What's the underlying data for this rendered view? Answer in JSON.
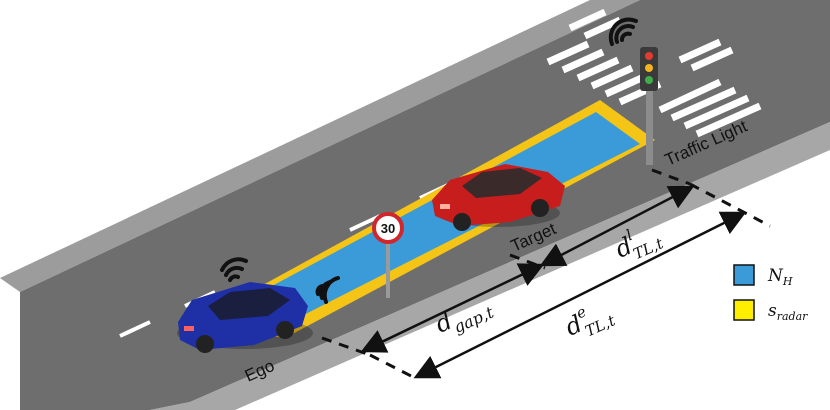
{
  "labels": {
    "ego": "Ego",
    "target": "Target",
    "traffic_light": "Traffic Light",
    "speed_sign": "30"
  },
  "measures": {
    "d_gap": {
      "base": "d",
      "sub": "gap,t"
    },
    "d_tl_l": {
      "base": "d",
      "sup": "l",
      "sub": "TL,t"
    },
    "d_tl_e": {
      "base": "d",
      "sup": "e",
      "sub": "TL,t"
    }
  },
  "legend": [
    {
      "label_base": "N",
      "label_sub": "H",
      "color": "#3b9bd8"
    },
    {
      "label_base": "s",
      "label_sub": "radar",
      "color": "#ffee00"
    }
  ],
  "colors": {
    "road": "#6d6d6d",
    "sidewalk": "#9a9a9a",
    "radar_zone": "#f4c417",
    "horizon_zone": "#3b9bd8",
    "ego_car": "#1f2fa6",
    "target_car": "#c81d1d"
  }
}
